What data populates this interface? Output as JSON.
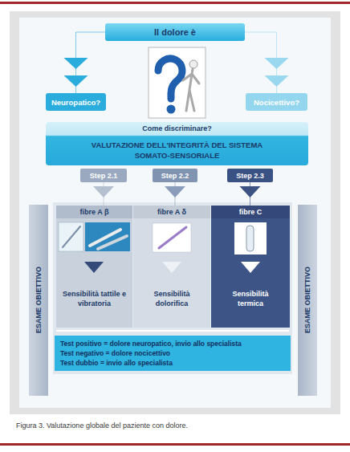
{
  "diagram": {
    "caption": "Figura 3. Valutazione globale del paziente con dolore.",
    "nodes": [
      {
        "text": [
          "Il dolore è"
        ]
      },
      {
        "text": [
          "Neuropatico?"
        ]
      },
      {
        "text": [
          "Nocicettivo?"
        ]
      },
      {
        "text": [
          "Come discriminare?",
          "VALUTAZIONE DELL'INTEGRITÀ DEL SISTEMA SOMATO-SENSORIALE"
        ]
      },
      {
        "text": [
          "Step 2.1"
        ]
      },
      {
        "text": [
          "Step 2.2"
        ]
      },
      {
        "text": [
          "Step 2.3"
        ]
      },
      {
        "text": [
          "ESAME OBIETTIVO"
        ]
      },
      {
        "text": [
          "fibre A β",
          "Sensibilità tattile e vibratoria"
        ]
      },
      {
        "text": [
          "fibre A δ",
          "Sensibilità dolorifica"
        ]
      },
      {
        "text": [
          "fibre C",
          "Sensibilità termica"
        ]
      },
      {
        "text": [
          "ESAME OBIETTIVO"
        ]
      },
      {
        "text": [
          "Test positivo = dolore neuropatico, invio allo specialista",
          "Test negativo = dolore nocicettivo",
          "Test dubbio = invio allo specialista"
        ]
      }
    ],
    "edges": [
      {
        "from": 0,
        "to": 1,
        "arrow": "to"
      },
      {
        "from": 0,
        "to": 2,
        "arrow": "to"
      },
      {
        "from": 4,
        "to": 8,
        "arrow": "to"
      },
      {
        "from": 5,
        "to": 9,
        "arrow": "to"
      },
      {
        "from": 6,
        "to": 10,
        "arrow": "to"
      }
    ]
  }
}
